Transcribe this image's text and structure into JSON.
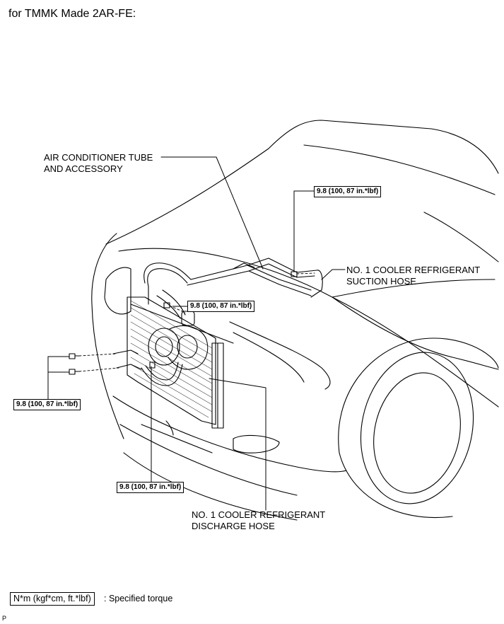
{
  "title": "for TMMK Made 2AR-FE:",
  "labels": {
    "ac_tube": [
      "AIR CONDITIONER TUBE",
      "AND ACCESSORY"
    ],
    "suction_hose": [
      "NO. 1 COOLER REFRIGERANT",
      "SUCTION HOSE"
    ],
    "discharge_hose": [
      "NO. 1 COOLER REFRIGERANT",
      "DISCHARGE HOSE"
    ]
  },
  "torques": {
    "top_right": "9.8 (100, 87 in.*lbf)",
    "middle": "9.8 (100, 87 in.*lbf)",
    "left": "9.8 (100, 87 in.*lbf)",
    "bottom": "9.8 (100, 87 in.*lbf)"
  },
  "legend": {
    "box": "N*m (kgf*cm, ft.*lbf)",
    "text": ": Specified torque"
  },
  "corner_mark": "P"
}
